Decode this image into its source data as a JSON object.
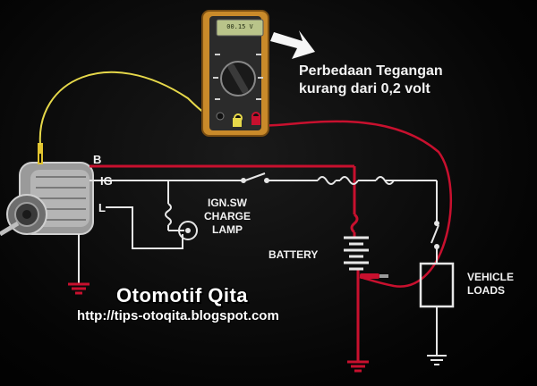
{
  "multimeter": {
    "display_reading": "00.15 V"
  },
  "annotation": {
    "line1": "Perbedaan Tegangan",
    "line2": "kurang dari 0,2 volt"
  },
  "terminals": {
    "b": "B",
    "ig": "IG",
    "l": "L"
  },
  "components": {
    "ign_sw_line1": "IGN.SW",
    "ign_sw_line2": "CHARGE",
    "ign_sw_line3": "LAMP",
    "battery": "BATTERY",
    "vehicle_loads_line1": "VEHICLE",
    "vehicle_loads_line2": "LOADS"
  },
  "branding": {
    "title": "Otomotif Qita",
    "url": "http://tips-otoqita.blogspot.com"
  },
  "colors": {
    "wire_white": "#e6e6e6",
    "wire_red": "#c8102e",
    "wire_yellow": "#e6d84a",
    "meter_body": "#c98a2a",
    "lcd": "#b9c48a"
  }
}
